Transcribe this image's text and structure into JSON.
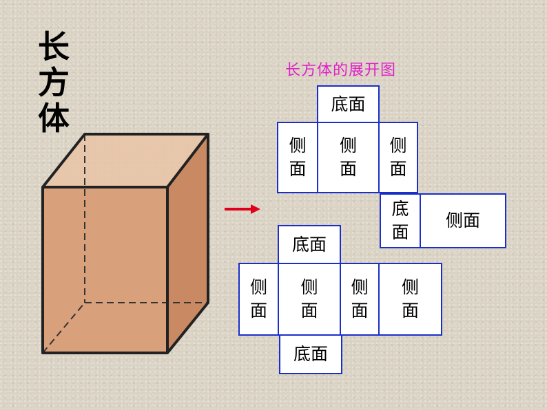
{
  "title_vertical": [
    "长",
    "方",
    "体"
  ],
  "net_title": "长方体的展开图",
  "labels": {
    "bottom": "底面",
    "side": "侧面"
  },
  "colors": {
    "net_border": "#1a2fc8",
    "net_title": "#e020c8",
    "arrow": "#e0001a",
    "box_fill": "#d9a07c"
  }
}
